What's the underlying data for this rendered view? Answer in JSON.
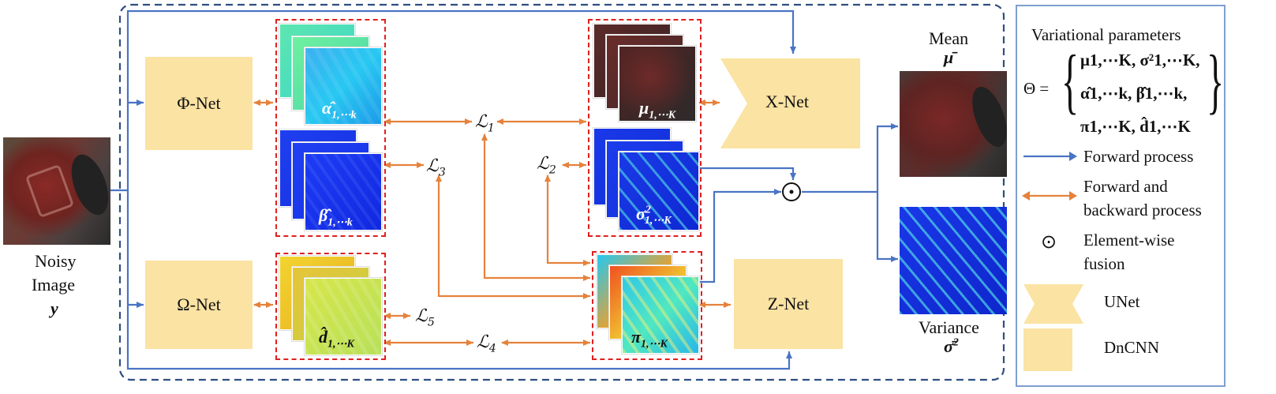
{
  "input": {
    "title_line1": "Noisy",
    "title_line2": "Image",
    "symbol": "y"
  },
  "nets": {
    "phi": "Φ-Net",
    "omega": "Ω-Net",
    "x": "X-Net",
    "z": "Z-Net"
  },
  "maps": {
    "alpha": "α̂",
    "alpha_sub": "1,⋯k",
    "beta": "β̂",
    "beta_sub": "1,⋯k",
    "d": "d̂",
    "d_sub": "1,⋯K",
    "mu": "μ",
    "mu_sub": "1,⋯K",
    "sigma": "σ",
    "sigma_sup": "2",
    "sigma_sub": "1,⋯K",
    "pi": "π",
    "pi_sub": "1,⋯K"
  },
  "losses": {
    "l1": "ℒ",
    "l1_sub": "1",
    "l2": "ℒ",
    "l2_sub": "2",
    "l3": "ℒ",
    "l3_sub": "3",
    "l4": "ℒ",
    "l4_sub": "4",
    "l5": "ℒ",
    "l5_sub": "5"
  },
  "outputs": {
    "mean_label": "Mean",
    "mean_symbol": "μ̄",
    "variance_label": "Variance",
    "variance_symbol": "σ̄",
    "variance_sup": "2",
    "fusion_symbol": "⊙"
  },
  "legend": {
    "title": "Variational parameters",
    "theta": "Θ =",
    "line1": "μ1,⋯K, σ²1,⋯K,",
    "line2": "α̂1,⋯k, β̂1,⋯k,",
    "line3": "π1,⋯K, d̂1,⋯K",
    "forward": "Forward process",
    "forward_backward_1": "Forward and",
    "forward_backward_2": "backward process",
    "fusion_1": "Element-wise",
    "fusion_2": "fusion",
    "fusion_symbol": "⊙",
    "unet": "UNet",
    "dncnn": "DnCNN"
  },
  "colors": {
    "forward": "#4a74c4",
    "bidirectional": "#e5823c",
    "net_fill": "#fbe3a3",
    "outer_dash": "#2f4f80",
    "red_dash": "#e02020"
  }
}
